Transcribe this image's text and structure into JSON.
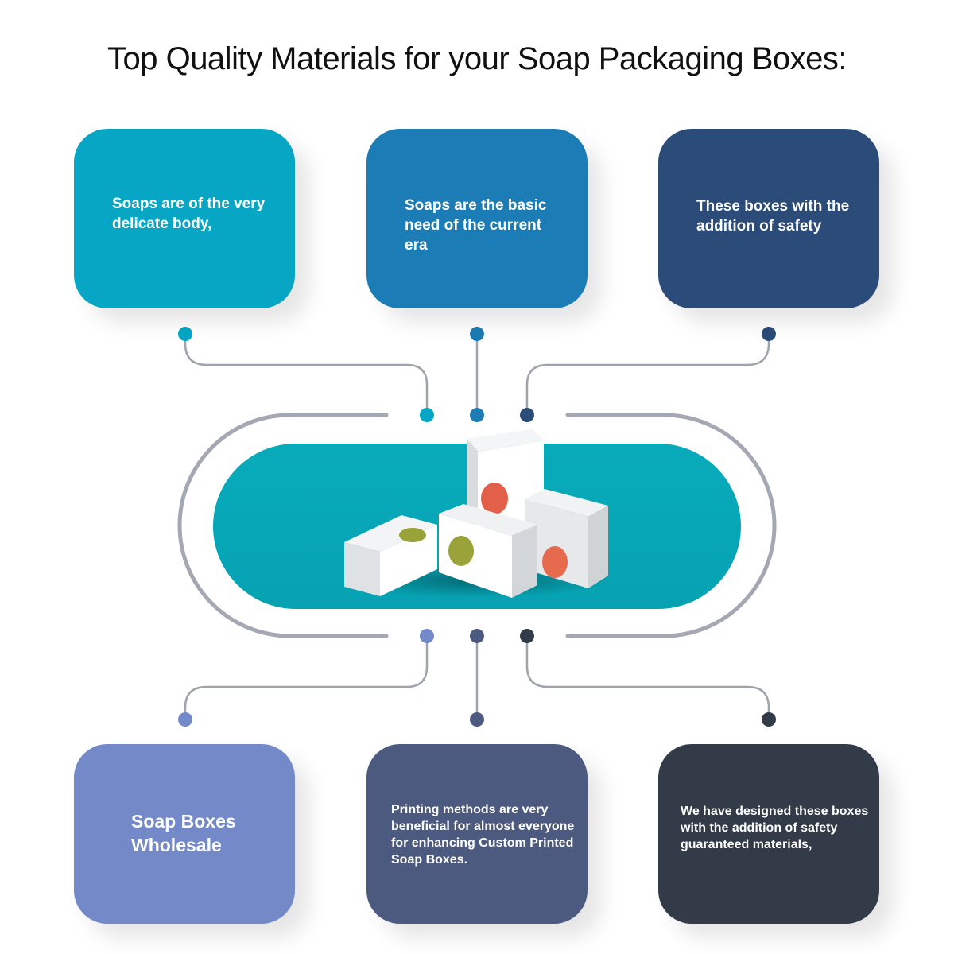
{
  "title": "Top Quality Materials for your Soap Packaging Boxes:",
  "cards": [
    {
      "text": "Soaps are of the very delicate body,",
      "color": "#06a6c4"
    },
    {
      "text": "Soaps are the basic need of the current era",
      "color": "#1c7cb5"
    },
    {
      "text": "These boxes with the addition of safety",
      "color": "#2b4c78"
    },
    {
      "text": "Soap Boxes Wholesale",
      "color": "#7489c8"
    },
    {
      "text": "Printing methods are very beneficial for almost everyone for enhancing Custom Printed Soap Boxes.",
      "color": "#4d5a80"
    },
    {
      "text": "We have designed these boxes with the addition of safety guaranteed materials,",
      "color": "#333b48"
    }
  ],
  "colors": {
    "pill": "#07a8b8",
    "track": "#a3a8b3",
    "connector": "#9ea3ad",
    "soap_green": "#9aa23a",
    "soap_red": "#e2604a"
  },
  "center_image": "soap-boxes-illustration"
}
